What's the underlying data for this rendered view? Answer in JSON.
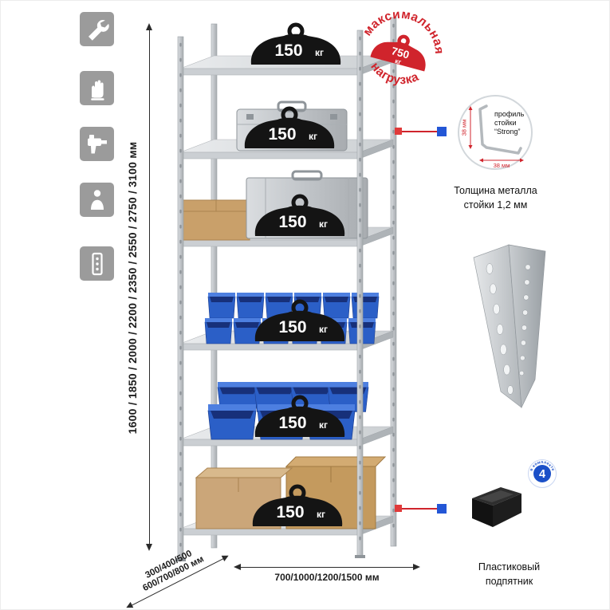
{
  "page": {
    "background": "#ffffff"
  },
  "colors": {
    "accent_red": "#d0242c",
    "accent_blue": "#2356d6",
    "metal_gray": "#c3c7ca",
    "bin_blue": "#2b5fc7"
  },
  "left_toolbar": {
    "icons": [
      {
        "name": "wrench-icon"
      },
      {
        "name": "gloves-icon"
      },
      {
        "name": "drill-icon"
      },
      {
        "name": "person-icon"
      },
      {
        "name": "rack-profile-icon"
      }
    ]
  },
  "dimensions": {
    "height_label": "1600 / 1850 / 2000 / 2200 / 2350 / 2550 / 2750 / 3100 мм",
    "depth_label_line1": "300/400/500",
    "depth_label_line2": "600/700/800 мм",
    "width_label": "700/1000/1200/1500 мм"
  },
  "shelf_load": {
    "value": "150",
    "unit": "кг"
  },
  "max_load_stamp": {
    "arc_top": "максимальная",
    "arc_bottom": "нагрузка",
    "value": "750",
    "unit": "кг"
  },
  "profile_callout": {
    "label_line1": "профиль",
    "label_line2": "стойки",
    "label_line3": "“Strong”",
    "dim_vertical": "38 мм",
    "dim_horizontal": "38 мм",
    "caption_line1": "Толщина металла",
    "caption_line2": "стойки 1,2 мм"
  },
  "foot_callout": {
    "badge_value": "4",
    "badge_ring_text": "в комплекте",
    "caption_line1": "Пластиковый",
    "caption_line2": "подпятник"
  }
}
